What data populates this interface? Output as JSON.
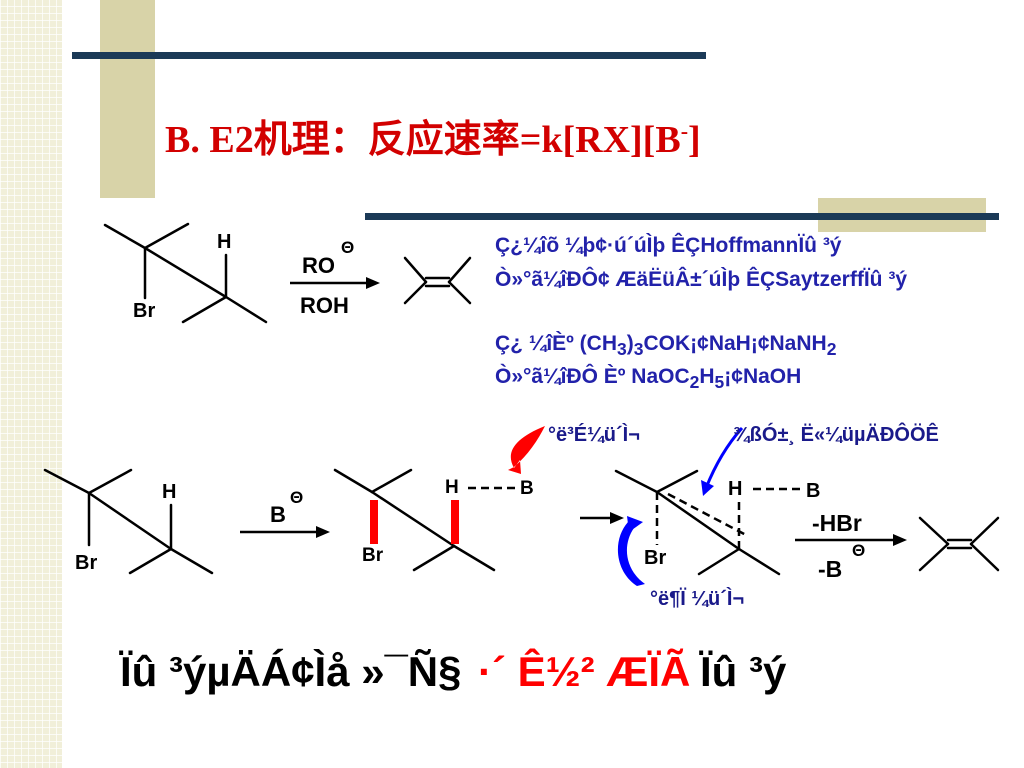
{
  "title": {
    "main": "B. E2机理：反应速率=k[RX][B",
    "sup": "-",
    "close": "]"
  },
  "top_reaction": {
    "h_label": "H",
    "br_label": "Br",
    "reagent_top": "RO",
    "reagent_bottom": "ROH",
    "charge": "Θ"
  },
  "info_block": {
    "line1": "Ç¿¼îõ ¼þ¢·ú´úÌþ ÊÇHoffmannÏû ³ý",
    "line2": "Ò»°ã¼îÐÔ¢ ÆäËüÂ±´úÌþ ÊÇSaytzerffÏû ³ý",
    "line3_prefix": "Ç¿ ¼îÈº (CH",
    "line3_sub1": "3",
    "line3_mid": ")",
    "line3_sub2": "3",
    "line3_suffix": "COK¡¢NaH¡¢NaNH",
    "line3_sub3": "2",
    "line4_prefix": "Ò»°ã¼îÐÔ Èº NaOC",
    "line4_sub1": "2",
    "line4_mid": "H",
    "line4_sub2": "5",
    "line4_suffix": "¡¢NaOH"
  },
  "mechanism": {
    "start_h": "H",
    "start_br": "Br",
    "base": "B",
    "charge": "Θ",
    "ts1_h": "H",
    "ts1_b": "B",
    "ts1_br": "Br",
    "ts2_h": "H",
    "ts2_b": "B",
    "ts2_br": "Br",
    "product_top": "-HBr",
    "product_bottom": "-B",
    "annotation_top_left": "°ë³É¼ü´Ì¬",
    "annotation_top_right": "¾ßÓ±¸ Ë«¼üµÄÐÔÖÊ",
    "annotation_bottom": "°ë¶Ï ¼ü´Ì¬"
  },
  "bottom_line": {
    "black1": "Ïû ³ýµÄÁ¢Ìå »¯Ñ§",
    "red": "·´ Ê½² ÆÏÃ",
    "black2": "Ïû ³ý"
  },
  "colors": {
    "title": "#d20000",
    "navy": "#1b3a57",
    "olive": "#d8d3a8",
    "strip": "#f1efd9",
    "bond_highlight": "#ff0000",
    "arrow_blue": "#0000ff",
    "arrow_red": "#ff0000",
    "info_text": "#2222aa"
  }
}
